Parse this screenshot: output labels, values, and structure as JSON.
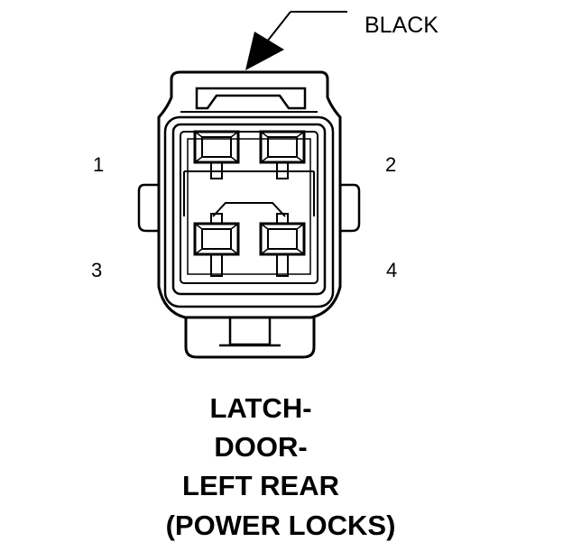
{
  "connector": {
    "color_label": "BLACK",
    "pins": [
      "1",
      "2",
      "3",
      "4"
    ]
  },
  "caption": {
    "line1": "LATCH-",
    "line2": "DOOR-",
    "line3": "LEFT REAR",
    "line4": "(POWER LOCKS)"
  }
}
